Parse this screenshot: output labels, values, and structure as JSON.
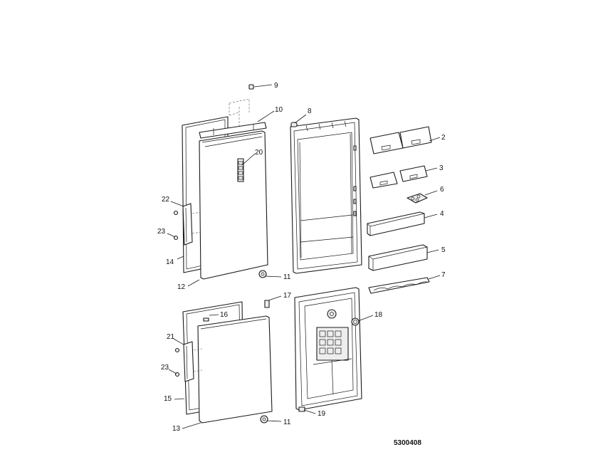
{
  "callouts": [
    {
      "id": "c9",
      "text": "9"
    },
    {
      "id": "c10",
      "text": "10"
    },
    {
      "id": "c8",
      "text": "8"
    },
    {
      "id": "c2",
      "text": "2"
    },
    {
      "id": "c20",
      "text": "20"
    },
    {
      "id": "c3",
      "text": "3"
    },
    {
      "id": "c6",
      "text": "6"
    },
    {
      "id": "c22",
      "text": "22"
    },
    {
      "id": "c4",
      "text": "4"
    },
    {
      "id": "c23a",
      "text": "23"
    },
    {
      "id": "c5",
      "text": "5"
    },
    {
      "id": "c14",
      "text": "14"
    },
    {
      "id": "c11a",
      "text": "11"
    },
    {
      "id": "c12",
      "text": "12"
    },
    {
      "id": "c7",
      "text": "7"
    },
    {
      "id": "c17",
      "text": "17"
    },
    {
      "id": "c16",
      "text": "16"
    },
    {
      "id": "c18",
      "text": "18"
    },
    {
      "id": "c21",
      "text": "21"
    },
    {
      "id": "c23b",
      "text": "23"
    },
    {
      "id": "c15",
      "text": "15"
    },
    {
      "id": "c19",
      "text": "19"
    },
    {
      "id": "c13",
      "text": "13"
    },
    {
      "id": "c11b",
      "text": "11"
    }
  ],
  "drawing_reference": "5300408"
}
